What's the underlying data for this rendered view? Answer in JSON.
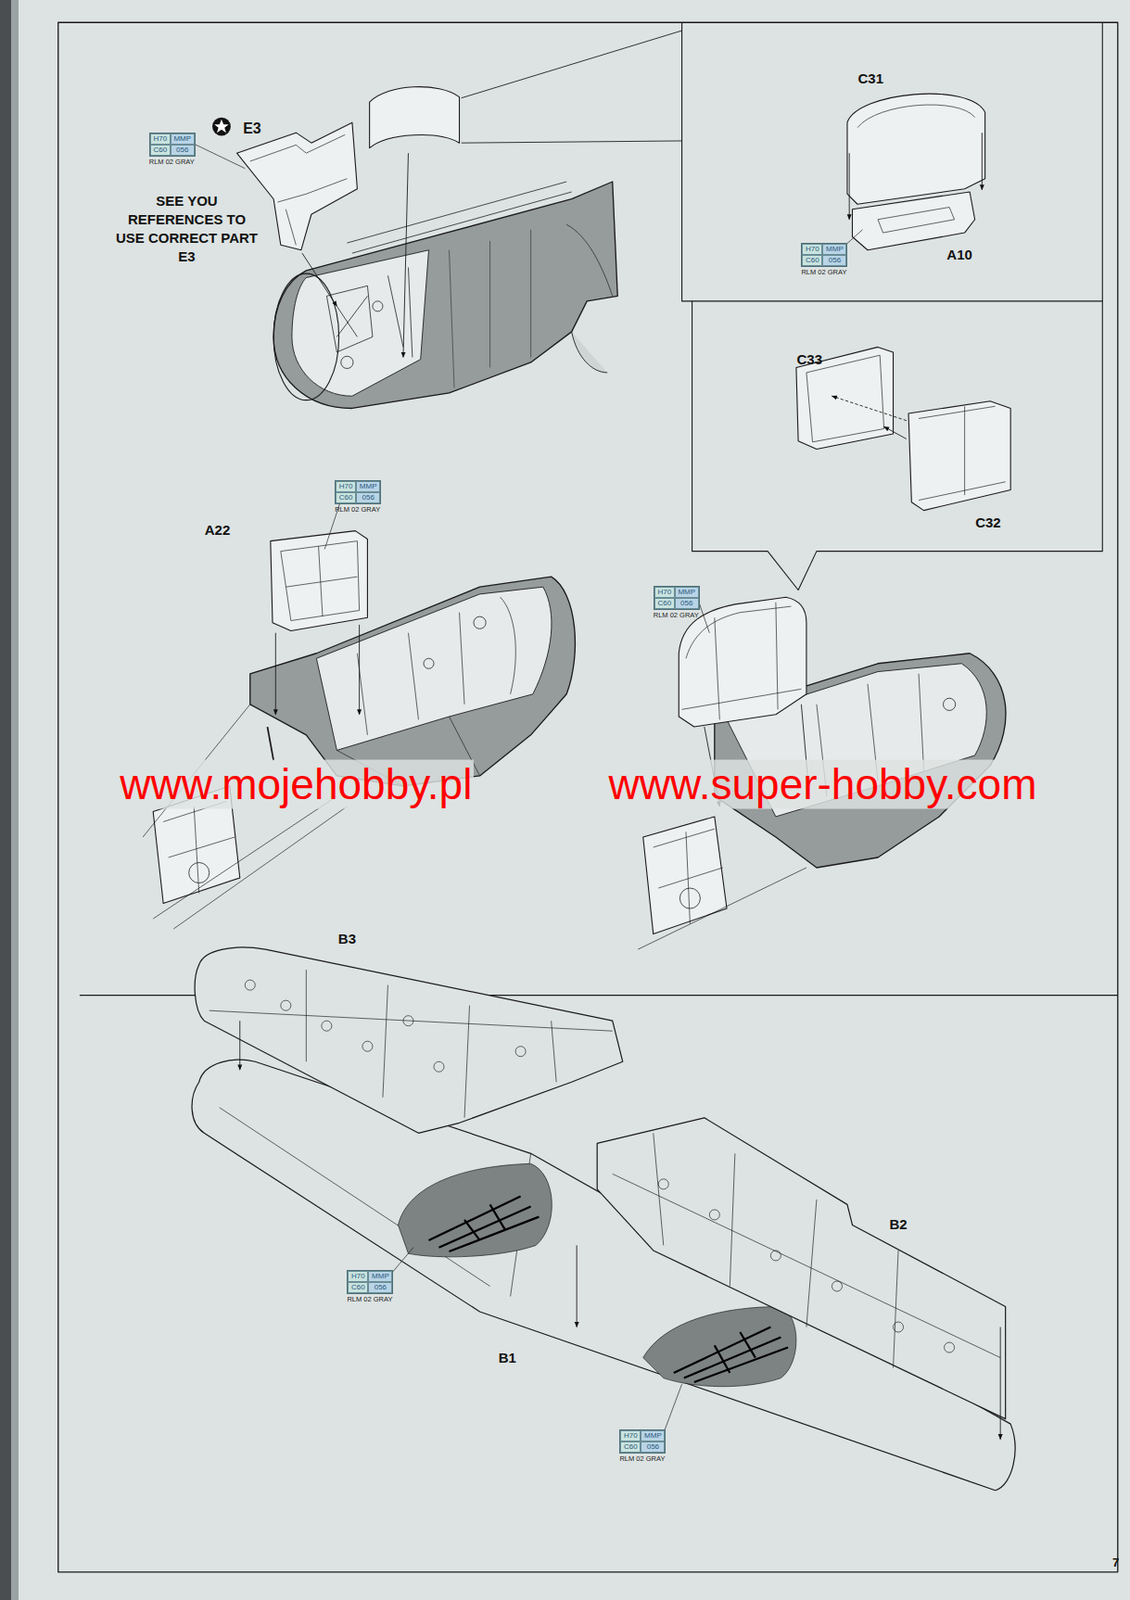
{
  "diagram": {
    "nodes": [
      {
        "text": [
          "H70",
          "MMP",
          "C60",
          "056",
          "RLM 02 GRAY"
        ]
      },
      {
        "text": [
          "H70",
          "MMP",
          "C60",
          "056",
          "RLM 02 GRAY"
        ]
      },
      {
        "text": [
          "H70",
          "MMP",
          "C60",
          "056",
          "RLM 02 GRAY"
        ]
      },
      {
        "text": [
          "H70",
          "MMP",
          "C60",
          "056",
          "RLM 02 GRAY"
        ]
      },
      {
        "text": [
          "H70",
          "MMP",
          "C60",
          "056",
          "RLM 02 GRAY"
        ]
      },
      {
        "text": [
          "H70",
          "MMP",
          "C60",
          "056",
          "RLM 02 GRAY"
        ]
      }
    ],
    "edges": [],
    "labels": [
      "E3",
      "SEE YOU REFERENCES TO USE CORRECT PART E3",
      "C31",
      "A10",
      "C33",
      "C32",
      "A22",
      "B3",
      "B2",
      "B1",
      "www.mojehobby.pl",
      "www.super-hobby.com",
      "7"
    ]
  }
}
